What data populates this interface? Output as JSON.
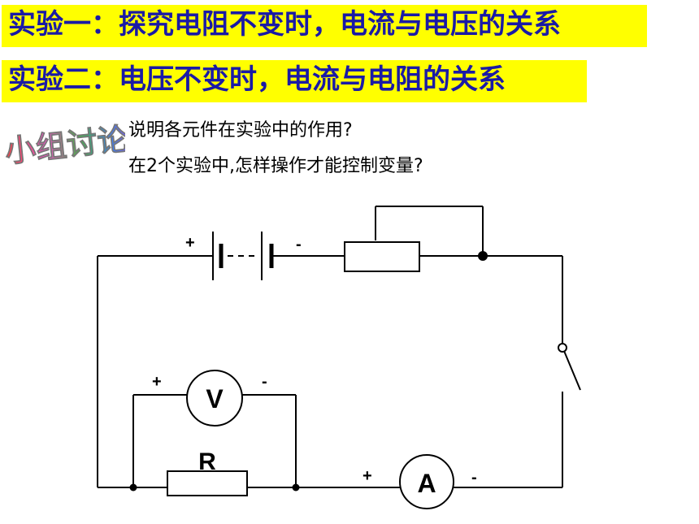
{
  "banners": {
    "experiment1": "实验一：探究电阻不变时，电流与电压的关系",
    "experiment2": "实验二：电压不变时，电流与电阻的关系"
  },
  "discussion": {
    "label": "小组讨论:",
    "question1": "说明各元件在实验中的作用?",
    "question2": "在2个实验中,怎样操作才能控制变量?"
  },
  "circuit": {
    "battery_plus": "+",
    "battery_minus": "-",
    "voltmeter_symbol": "V",
    "voltmeter_plus": "+",
    "voltmeter_minus": "-",
    "resistor_label": "R",
    "ammeter_symbol": "A",
    "ammeter_plus": "+",
    "ammeter_minus": "-"
  },
  "colors": {
    "banner_bg": "#ffff00",
    "banner_text": "#1a1aa6"
  }
}
